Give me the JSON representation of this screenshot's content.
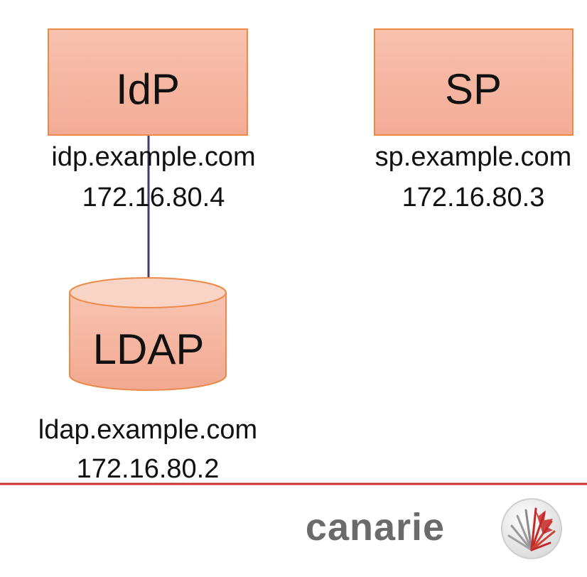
{
  "colors": {
    "box_fill_top": "#f8c2ae",
    "box_fill_bottom": "#f3ab96",
    "box_stroke": "#ec8a4a",
    "connector": "#4a3b66",
    "footer_rule": "#cc2f2f",
    "brand_text": "#6b6b6b",
    "logo_red": "#c62828",
    "logo_grey": "#8a8a8a"
  },
  "nodes": {
    "idp": {
      "label": "IdP",
      "hostname": "idp.example.com",
      "ip": "172.16.80.4"
    },
    "sp": {
      "label": "SP",
      "hostname": "sp.example.com",
      "ip": "172.16.80.3"
    },
    "ldap": {
      "label": "LDAP",
      "hostname": "ldap.example.com",
      "ip": "172.16.80.2"
    }
  },
  "connections": [
    {
      "from": "idp",
      "to": "ldap"
    }
  ],
  "footer": {
    "brand": "canarie",
    "logo_icon": "canarie-maple-leaf-icon"
  }
}
